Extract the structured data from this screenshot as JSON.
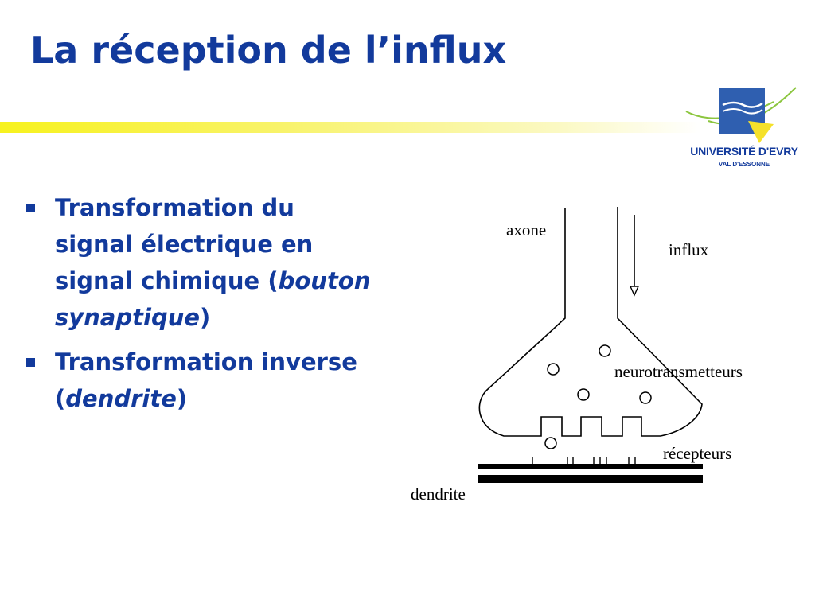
{
  "title": "La réception de l’influx",
  "logo": {
    "name": "UNIVERSITÉ D'EVRY",
    "subtitle": "VAL D'ESSONNE",
    "colors": {
      "blue": "#2f5fb0",
      "yellow": "#f5e12a",
      "green": "#8cc63f"
    }
  },
  "bullets": [
    {
      "line1": "Transformation du signal électrique en signal chimique (",
      "emphasis": "bouton synaptique",
      "close": ")"
    },
    {
      "line1": "Transformation inverse (",
      "emphasis": "dendrite",
      "close": ")"
    }
  ],
  "diagram": {
    "labels": {
      "axone": "axone",
      "influx": "influx",
      "neurotransmitters": "neurotransmetteurs",
      "receptors": "récepteurs",
      "dendrite": "dendrite"
    }
  },
  "colors": {
    "title": "#123a9c",
    "accent_bar": "#f7f21e"
  }
}
